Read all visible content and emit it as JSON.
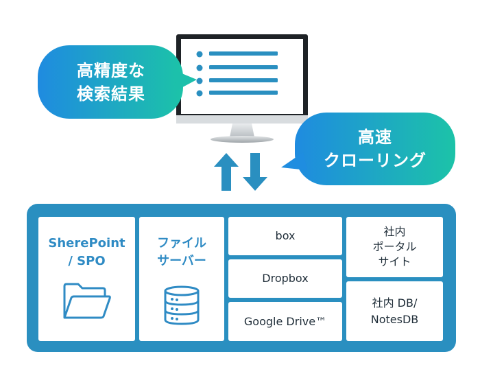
{
  "bubbles": {
    "results": {
      "line1": "高精度な",
      "line2": "検索結果"
    },
    "crawling": {
      "line1": "高速",
      "line2": "クローリング"
    }
  },
  "sources": {
    "sharepoint": {
      "line1": "SherePoint",
      "line2": "/ SPO",
      "icon": "folder-icon"
    },
    "fileserver": {
      "line1": "ファイル",
      "line2": "サーバー",
      "icon": "database-icon"
    },
    "box": "box",
    "dropbox": "Dropbox",
    "googledrive": "Google Drive™",
    "portal": {
      "line1": "社内",
      "line2": "ポータル",
      "line3": "サイト"
    },
    "notesdb": {
      "line1": "社内 DB/",
      "line2": "NotesDB"
    }
  },
  "colors": {
    "platform": "#2a8fc0",
    "bubble_gradient_start": "#1f8be0",
    "bubble_gradient_end": "#1cc3a8",
    "accent_text": "#2f8bc4",
    "arrows": "#2a8fc0"
  }
}
